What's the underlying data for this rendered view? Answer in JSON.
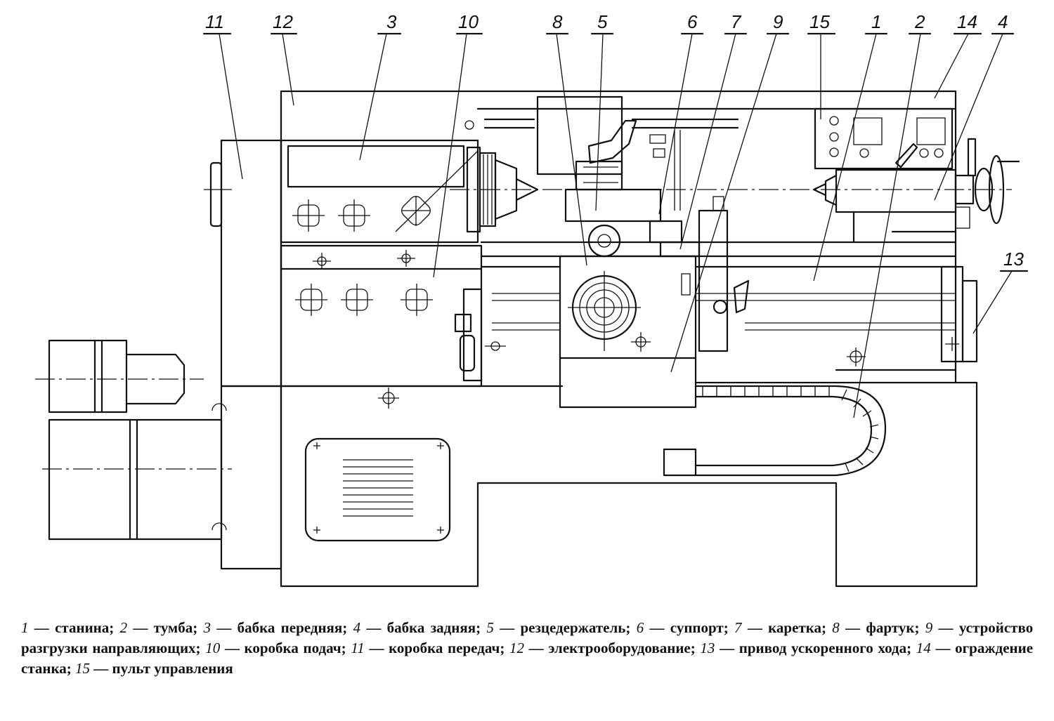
{
  "callout_numbers": [
    "11",
    "12",
    "3",
    "10",
    "8",
    "5",
    "6",
    "7",
    "9",
    "15",
    "1",
    "2",
    "14",
    "4",
    "13"
  ],
  "legend": [
    {
      "num": "1",
      "text": "— станина;"
    },
    {
      "num": "2",
      "text": "— тумба;"
    },
    {
      "num": "3",
      "text": "— бабка передняя;"
    },
    {
      "num": "4",
      "text": "— бабка задняя;"
    },
    {
      "num": "5",
      "text": "— резцедержатель;"
    },
    {
      "num": "6",
      "text": "— суппорт;"
    },
    {
      "num": "7",
      "text": "— каретка;"
    },
    {
      "num": "8",
      "text": "— фартук;"
    },
    {
      "num": "9",
      "text": "— устройство разгрузки направляющих;"
    },
    {
      "num": "10",
      "text": "— коробка подач;"
    },
    {
      "num": "11",
      "text": "— коробка передач;"
    },
    {
      "num": "12",
      "text": "— электрооборудование;"
    },
    {
      "num": "13",
      "text": "— привод ускоренного хода;"
    },
    {
      "num": "14",
      "text": "— ограждение станка;"
    },
    {
      "num": "15",
      "text": "— пульт управления"
    }
  ]
}
